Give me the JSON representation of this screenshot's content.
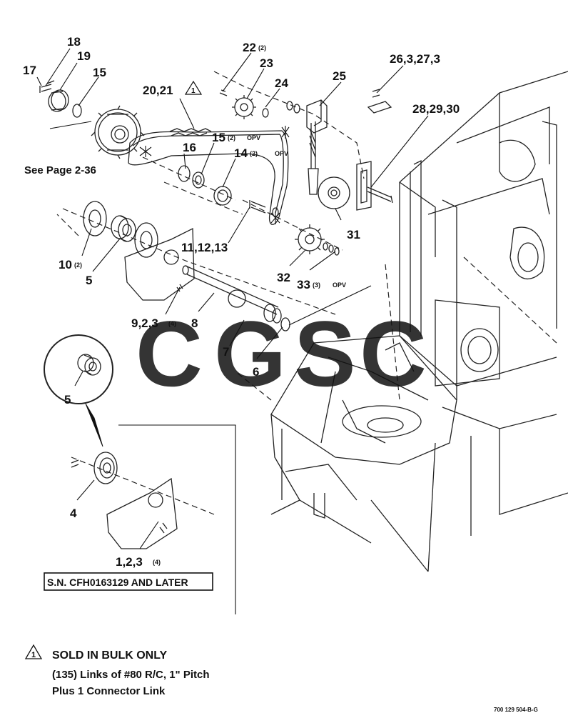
{
  "labels": {
    "p18": "18",
    "p19": "19",
    "p17": "17",
    "p15": "15",
    "p20_21": "20,21",
    "p22": "22",
    "p22_qty": "(2)",
    "p23": "23",
    "p24": "24",
    "p25": "25",
    "p26": "26,3,27,3",
    "p28": "28,29,30",
    "p16": "16",
    "p15b": "15",
    "p15b_qty": "(2)",
    "p15b_opv": "OPV",
    "p14": "14",
    "p14_qty": "(2)",
    "p14_opv": "OPV",
    "see_page": "See Page 2-36",
    "p10": "10",
    "p10_qty": "(2)",
    "p5a": "5",
    "p11": "11,12,13",
    "p31": "31",
    "p32": "32",
    "p33": "33",
    "p33_qty": "(3)",
    "p33_opv": "OPV",
    "p9": "9,2,3",
    "p9_qty": "(4)",
    "p8": "8",
    "p7": "7",
    "p6": "6",
    "p5b": "5",
    "p4": "4",
    "p1": "1,2,3",
    "p1_qty": "(4)"
  },
  "serial_box": "S.N. CFH0163129 AND LATER",
  "note": {
    "marker": "1",
    "title": "SOLD IN BULK ONLY",
    "line1": "(135) Links of #80 R/C, 1\" Pitch",
    "line2": "Plus 1 Connector Link"
  },
  "flag_marker": "1",
  "watermark": {
    "text": "CGSC",
    "colors": [
      "#5b9cf0",
      "#f07b72",
      "#f7d55c",
      "#6cc48a"
    ]
  },
  "figure_id": "700 129 504-B-G"
}
